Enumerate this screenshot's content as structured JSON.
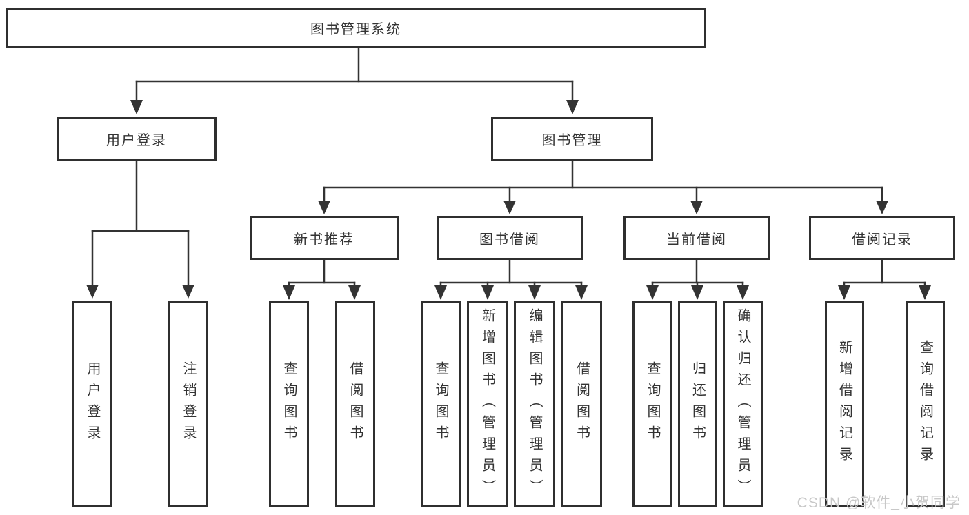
{
  "tree": {
    "root": {
      "label": "图书管理系统",
      "children": [
        {
          "label": "用户登录",
          "children": [
            {
              "label": "用户登录"
            },
            {
              "label": "注销登录"
            }
          ]
        },
        {
          "label": "图书管理",
          "children": [
            {
              "label": "新书推荐",
              "children": [
                {
                  "label": "查询图书"
                },
                {
                  "label": "借阅图书"
                }
              ]
            },
            {
              "label": "图书借阅",
              "children": [
                {
                  "label": "查询图书"
                },
                {
                  "label": "新增图书（管理员）"
                },
                {
                  "label": "编辑图书（管理员）"
                },
                {
                  "label": "借阅图书"
                }
              ]
            },
            {
              "label": "当前借阅",
              "children": [
                {
                  "label": "查询图书"
                },
                {
                  "label": "归还图书"
                },
                {
                  "label": "确认归还（管理员）"
                }
              ]
            },
            {
              "label": "借阅记录",
              "children": [
                {
                  "label": "新增借阅记录"
                },
                {
                  "label": "查询借阅记录"
                }
              ]
            }
          ]
        }
      ]
    }
  },
  "watermark": {
    "text": "CSDN @软件_小贺同学"
  },
  "colors": {
    "line": "#333333",
    "box_border": "#2f2f2f",
    "text": "#333333",
    "watermark": "#c8c8c8",
    "background": "#ffffff"
  }
}
